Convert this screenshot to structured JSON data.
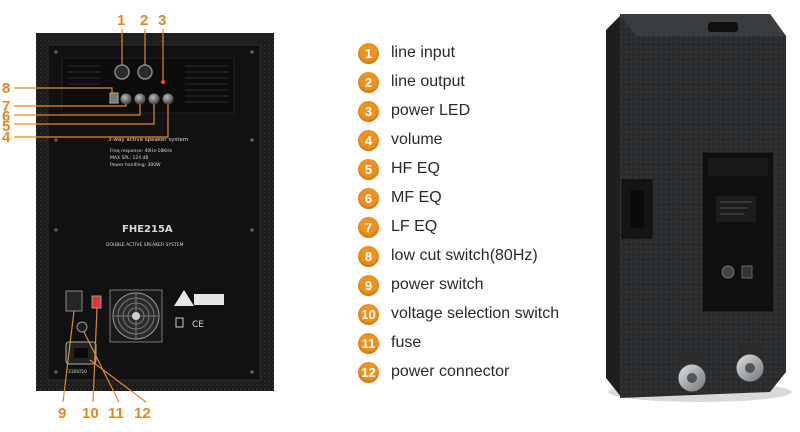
{
  "panel": {
    "callouts_top": [
      "1",
      "2",
      "3"
    ],
    "callouts_left": [
      "8",
      "7",
      "6",
      "5",
      "4"
    ],
    "callouts_bottom": [
      "9",
      "10",
      "11",
      "12"
    ],
    "system_heading": "3-way active speaker system",
    "spec_lines": [
      "Freq response: 40Hz-18KHz",
      "MAX SPL: 124 dB",
      "Power handling: 300W"
    ],
    "model": "FHE215A",
    "model_sub": "DOUBLE ACTIVE SPEAKER SYSTEM",
    "ce_mark": "CE",
    "connector_label": "230V/50"
  },
  "legend": [
    {
      "num": "1",
      "label": "line input"
    },
    {
      "num": "2",
      "label": "line output"
    },
    {
      "num": "3",
      "label": "power LED"
    },
    {
      "num": "4",
      "label": "volume"
    },
    {
      "num": "5",
      "label": "HF EQ"
    },
    {
      "num": "6",
      "label": "MF EQ"
    },
    {
      "num": "7",
      "label": "LF EQ"
    },
    {
      "num": "8",
      "label": "low cut switch(80Hz)"
    },
    {
      "num": "9",
      "label": "power switch"
    },
    {
      "num": "10",
      "label": "voltage selection switch"
    },
    {
      "num": "11",
      "label": "fuse"
    },
    {
      "num": "12",
      "label": "power connector"
    }
  ],
  "colors": {
    "accent": "#f0921e",
    "panel": "#141414",
    "cabinet": "#2c2e30",
    "leader": "#e0882a"
  }
}
